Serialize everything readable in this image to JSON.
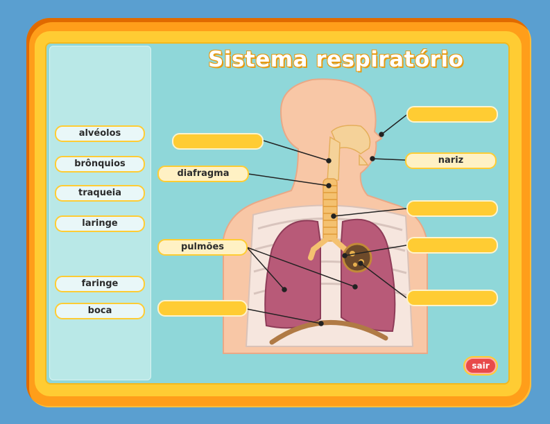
{
  "title": "Sistema respiratório",
  "word_bank": [
    {
      "label": "alvéolos"
    },
    {
      "label": "brônquios"
    },
    {
      "label": "traqueia"
    },
    {
      "label": "laringe"
    },
    {
      "label": "faringe"
    },
    {
      "label": "boca"
    }
  ],
  "placed_labels": {
    "diafragma": "diafragma",
    "pulmoes": "pulmões",
    "nariz": "nariz"
  },
  "exit_label": "sair",
  "colors": {
    "background": "#5a9fd0",
    "frame_orange": "#ff9e1a",
    "frame_yellow": "#ffcc33",
    "board": "#8fd7d9",
    "side_panel": "#b9e8e7",
    "exit_red": "#e84a4a"
  }
}
